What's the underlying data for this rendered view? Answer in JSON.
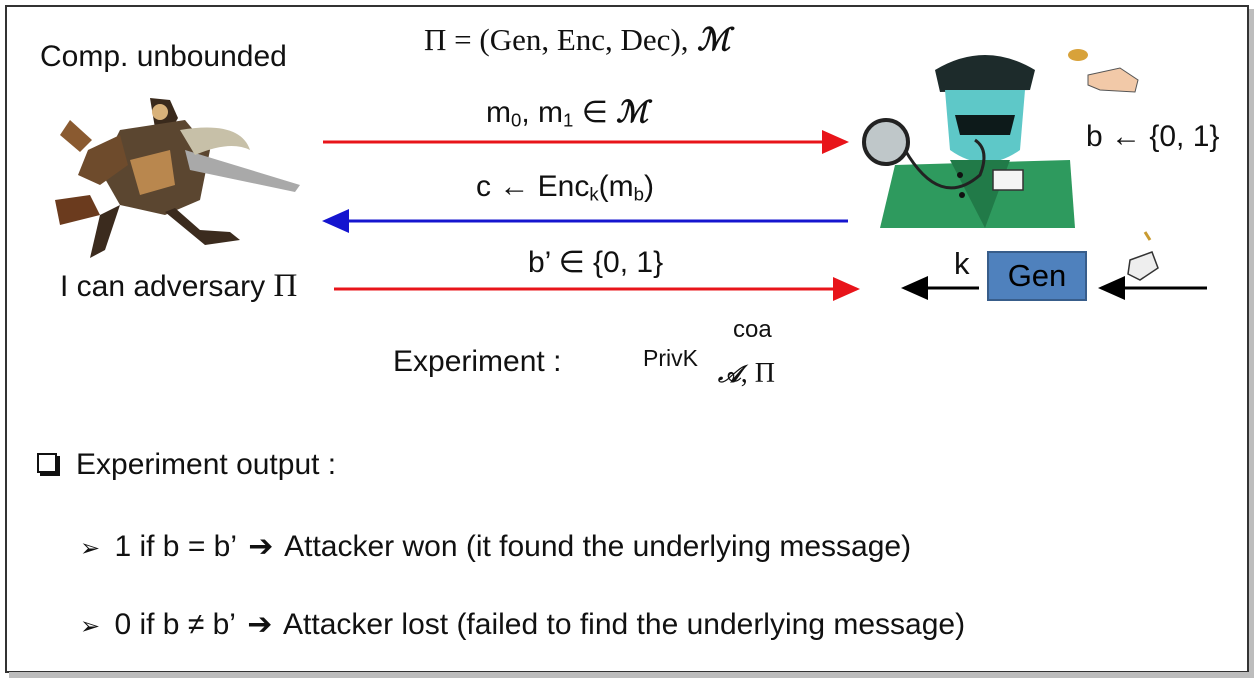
{
  "header": {
    "left_label": "Comp. unbounded",
    "scheme_def": "Π = (Gen, Enc, Dec),",
    "scheme_msgspace": "ℳ"
  },
  "arrows": {
    "send_messages": {
      "pre": "m",
      "s0": "0",
      "mid": ", m",
      "s1": "1",
      "post": " ∈ ",
      "set": "ℳ"
    },
    "ciphertext": {
      "pre": "c ← Enc",
      "sk": "k",
      "mid": "(m",
      "sb": "b",
      "post": ")"
    },
    "guess": {
      "text": "b’ ∈ {0, 1}"
    }
  },
  "adversary": {
    "caption_text": "I can adversary ",
    "caption_pi": "Π"
  },
  "challenger": {
    "bit_choice": "b ← {0, 1}"
  },
  "keygen": {
    "key_label": "k",
    "gen_label": "Gen"
  },
  "experiment": {
    "label": "Experiment :",
    "name": "PrivK",
    "superscript": "coa",
    "subscript_a": "𝒜",
    "subscript_rest": ", Π"
  },
  "output": {
    "heading": "Experiment output :",
    "items": [
      {
        "condition": "1 if b = b’",
        "result": "Attacker won (it found the underlying message)"
      },
      {
        "condition": "0 if b ≠ b’",
        "result": "Attacker lost (failed to find the underlying message)"
      }
    ]
  },
  "colors": {
    "send_arrow": "#e8141a",
    "reply_arrow": "#1515cf",
    "gen_fill": "#4f81bd"
  }
}
